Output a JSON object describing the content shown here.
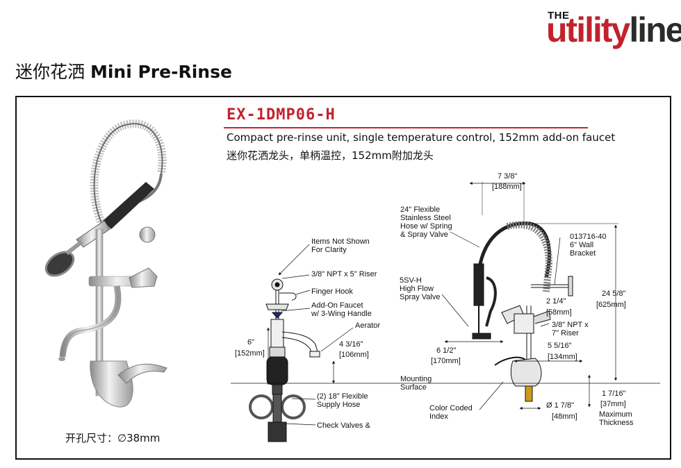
{
  "brand": {
    "prefix": "THE",
    "part1": "utility",
    "part2": "line"
  },
  "page": {
    "title_zh": "迷你花洒",
    "title_en": "Mini Pre-Rinse"
  },
  "product": {
    "model": "EX-1DMP06-H",
    "description_en": "Compact pre-rinse unit, single temperature control, 152mm add-on faucet",
    "description_zh": "迷你花洒龙头，单柄温控，152mm附加龙头"
  },
  "hole_size": {
    "label": "开孔尺寸：",
    "symbol": "∅",
    "value": "38mm"
  },
  "left_callouts": {
    "items_not_shown_1": "Items Not Shown",
    "items_not_shown_2": "For Clarity",
    "riser": "3/8\" NPT x 5\" Riser",
    "finger_hook": "Finger Hook",
    "addon_faucet_1": "Add-On Faucet",
    "addon_faucet_2": "w/ 3-Wing Handle",
    "aerator": "Aerator",
    "spout_length_in": "6\"",
    "spout_length_mm": "[152mm]",
    "spout_height_in": "4  3/16\"",
    "spout_height_mm": "[106mm]",
    "supply_hose_1": "(2) 18\" Flexible",
    "supply_hose_2": "Supply Hose",
    "check_valves": "Check Valves &"
  },
  "right_callouts": {
    "width_in": "7 3/8\"",
    "width_mm": "[188mm]",
    "hose_1": "24\" Flexible",
    "hose_2": "Stainless Steel",
    "hose_3": "Hose w/ Spring",
    "hose_4": "& Spray Valve",
    "bracket_1": "013716-40",
    "bracket_2": "6\" Wall",
    "bracket_3": "Bracket",
    "valve_1": "5SV-H",
    "valve_2": "High Flow",
    "valve_3": "Spray Valve",
    "height_in": "24 5/8\"",
    "height_mm": "[625mm]",
    "offset_in": "2  1/4\"",
    "offset_mm": "[58mm]",
    "riser_1": "3/8\" NPT x",
    "riser_2": "7\" Riser",
    "reach_in": "6 1/2\"",
    "reach_mm": "[170mm]",
    "spout_in": "5  5/16\"",
    "spout_mm": "[134mm]",
    "mounting_1": "Mounting",
    "mounting_2": "Surface",
    "thick_in": "1 7/16\"",
    "thick_mm": "[37mm]",
    "thick_1": "Maximum",
    "thick_2": "Thickness",
    "index_1": "Color Coded",
    "index_2": "Index",
    "shank_in": "Ø  1 7/8\"",
    "shank_mm": "[48mm]"
  }
}
